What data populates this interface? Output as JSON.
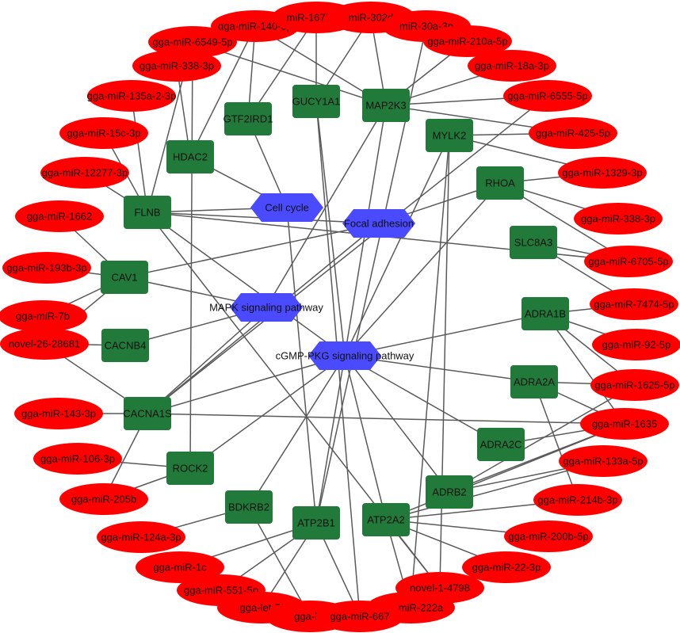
{
  "colors": {
    "mirna": "#ff0000",
    "gene": "#217a3a",
    "pathway": "#4a4aff",
    "edge": "#5a5a5a",
    "label": "#111111"
  },
  "pathways": [
    {
      "id": "p1",
      "label": "Cell cycle"
    },
    {
      "id": "p2",
      "label": "Focal adhesion"
    },
    {
      "id": "p3",
      "label": "MAPK signaling pathway"
    },
    {
      "id": "p4",
      "label": "cGMP-PKG signaling pathway"
    }
  ],
  "genes": [
    {
      "id": "g1",
      "label": "GUCY1A1"
    },
    {
      "id": "g2",
      "label": "MAP2K3"
    },
    {
      "id": "g3",
      "label": "GTF2IRD1"
    },
    {
      "id": "g4",
      "label": "MYLK2"
    },
    {
      "id": "g5",
      "label": "HDAC2"
    },
    {
      "id": "g6",
      "label": "RHOA"
    },
    {
      "id": "g7",
      "label": "FLNB"
    },
    {
      "id": "g8",
      "label": "SLC8A3"
    },
    {
      "id": "g9",
      "label": "CAV1"
    },
    {
      "id": "g10",
      "label": "ADRA1B"
    },
    {
      "id": "g11",
      "label": "CACNB4"
    },
    {
      "id": "g12",
      "label": "ADRA2A"
    },
    {
      "id": "g13",
      "label": "CACNA1S"
    },
    {
      "id": "g14",
      "label": "ADRA2C"
    },
    {
      "id": "g15",
      "label": "ROCK2"
    },
    {
      "id": "g16",
      "label": "ADRB2"
    },
    {
      "id": "g17",
      "label": "BDKRB2"
    },
    {
      "id": "g18",
      "label": "ATP2B1"
    },
    {
      "id": "g19",
      "label": "ATP2A2"
    }
  ],
  "mirnas": [
    {
      "id": "m1",
      "label": "gga-miR-140-3p"
    },
    {
      "id": "m2",
      "label": "miR-1677-3p"
    },
    {
      "id": "m3",
      "label": "miR-302d"
    },
    {
      "id": "m4",
      "label": "miR-30a-3p"
    },
    {
      "id": "m5",
      "label": "gga-miR-6549-5p"
    },
    {
      "id": "m6",
      "label": "gga-miR-210a-5p"
    },
    {
      "id": "m7",
      "label": "gga-miR-338-3p"
    },
    {
      "id": "m8",
      "label": "gga-miR-18a-3p"
    },
    {
      "id": "m9",
      "label": "gga-miR-135a-2-3p"
    },
    {
      "id": "m10",
      "label": "gga-miR-6555-5p"
    },
    {
      "id": "m11",
      "label": "gga-miR-15c-3p"
    },
    {
      "id": "m12",
      "label": "gga-miR-425-5p"
    },
    {
      "id": "m13",
      "label": "gga-miR-12277-3p"
    },
    {
      "id": "m14",
      "label": "gga-miR-1329-3p"
    },
    {
      "id": "m15",
      "label": "gga-miR-1662"
    },
    {
      "id": "m16",
      "label": "gga-miR-338-3p"
    },
    {
      "id": "m17",
      "label": "gga-miR-193b-3p"
    },
    {
      "id": "m18",
      "label": "gga-miR-6705-5p"
    },
    {
      "id": "m19",
      "label": "gga-miR-7b"
    },
    {
      "id": "m20",
      "label": "gga-miR-7474-5p"
    },
    {
      "id": "m21",
      "label": "novel-26-28681"
    },
    {
      "id": "m22",
      "label": "gga-miR-92-5p"
    },
    {
      "id": "m23",
      "label": "gga-miR-1625-5p"
    },
    {
      "id": "m24",
      "label": "gga-miR-143-3p"
    },
    {
      "id": "m25",
      "label": "gga-miR-1635"
    },
    {
      "id": "m26",
      "label": "gga-miR-106-3p"
    },
    {
      "id": "m27",
      "label": "gga-miR-133a-5p"
    },
    {
      "id": "m28",
      "label": "gga-miR-205b"
    },
    {
      "id": "m29",
      "label": "gga-miR-214b-3p"
    },
    {
      "id": "m30",
      "label": "gga-miR-124a-3p"
    },
    {
      "id": "m31",
      "label": "gga-miR-200b-5p"
    },
    {
      "id": "m32",
      "label": "gga-miR-1c"
    },
    {
      "id": "m33",
      "label": "gga-miR-22-3p"
    },
    {
      "id": "m34",
      "label": "gga-miR-551-5p"
    },
    {
      "id": "m35",
      "label": "novel-1-4798"
    },
    {
      "id": "m36",
      "label": "gga-let-7f"
    },
    {
      "id": "m37",
      "label": "gga-miR-222a"
    },
    {
      "id": "m38",
      "label": "gga-let"
    },
    {
      "id": "m39",
      "label": "gga-miR-667"
    }
  ],
  "edges": [
    [
      "p1",
      "g3"
    ],
    [
      "p1",
      "g7"
    ],
    [
      "p1",
      "g5"
    ],
    [
      "p1",
      "g18"
    ],
    [
      "p2",
      "g7"
    ],
    [
      "p2",
      "g9"
    ],
    [
      "p2",
      "g6"
    ],
    [
      "p2",
      "g13"
    ],
    [
      "p3",
      "g9"
    ],
    [
      "p3",
      "g11"
    ],
    [
      "p3",
      "g13"
    ],
    [
      "p3",
      "g2"
    ],
    [
      "p4",
      "g1"
    ],
    [
      "p4",
      "g2"
    ],
    [
      "p4",
      "g4"
    ],
    [
      "p4",
      "g6"
    ],
    [
      "p4",
      "g7"
    ],
    [
      "p4",
      "g12"
    ],
    [
      "p4",
      "g13"
    ],
    [
      "p4",
      "g15"
    ],
    [
      "p4",
      "g16"
    ],
    [
      "p4",
      "g17"
    ],
    [
      "p4",
      "g18"
    ],
    [
      "p4",
      "g19"
    ],
    [
      "p4",
      "g14"
    ],
    [
      "p4",
      "g10"
    ],
    [
      "g3",
      "m1"
    ],
    [
      "g3",
      "m2"
    ],
    [
      "g5",
      "m7"
    ],
    [
      "g7",
      "m9"
    ],
    [
      "g7",
      "m11"
    ],
    [
      "g7",
      "m13"
    ],
    [
      "g7",
      "m5"
    ],
    [
      "g9",
      "m15"
    ],
    [
      "g9",
      "m17"
    ],
    [
      "g9",
      "m21"
    ],
    [
      "g9",
      "m19"
    ],
    [
      "g11",
      "m21"
    ],
    [
      "g13",
      "m21"
    ],
    [
      "g13",
      "m24"
    ],
    [
      "g13",
      "m25"
    ],
    [
      "g13",
      "m28"
    ],
    [
      "g15",
      "m26"
    ],
    [
      "g15",
      "m28"
    ],
    [
      "g15",
      "m5"
    ],
    [
      "g17",
      "m30"
    ],
    [
      "g17",
      "m38"
    ],
    [
      "g18",
      "m32"
    ],
    [
      "g18",
      "m34"
    ],
    [
      "g18",
      "m36"
    ],
    [
      "g18",
      "m39"
    ],
    [
      "g18",
      "m4"
    ],
    [
      "g19",
      "m37"
    ],
    [
      "g19",
      "m35"
    ],
    [
      "g19",
      "m33"
    ],
    [
      "g19",
      "m31"
    ],
    [
      "g19",
      "m29"
    ],
    [
      "g19",
      "m27"
    ],
    [
      "g19",
      "m25"
    ],
    [
      "g16",
      "m27"
    ],
    [
      "g16",
      "m25"
    ],
    [
      "g16",
      "m23"
    ],
    [
      "g14",
      "m25"
    ],
    [
      "g12",
      "m25"
    ],
    [
      "g12",
      "m23"
    ],
    [
      "g12",
      "m29"
    ],
    [
      "g10",
      "m22"
    ],
    [
      "g10",
      "m25"
    ],
    [
      "g10",
      "m23"
    ],
    [
      "g10",
      "m20"
    ],
    [
      "g8",
      "m20"
    ],
    [
      "g8",
      "m18"
    ],
    [
      "g6",
      "m16"
    ],
    [
      "g6",
      "m14"
    ],
    [
      "g6",
      "m18"
    ],
    [
      "g4",
      "m12"
    ],
    [
      "g4",
      "m14"
    ],
    [
      "g4",
      "m37"
    ],
    [
      "g4",
      "m35"
    ],
    [
      "g2",
      "m3"
    ],
    [
      "g2",
      "m6"
    ],
    [
      "g2",
      "m8"
    ],
    [
      "g2",
      "m10"
    ],
    [
      "g2",
      "m12"
    ],
    [
      "g2",
      "m1"
    ],
    [
      "g2",
      "m5"
    ],
    [
      "g1",
      "m2"
    ],
    [
      "g1",
      "m3"
    ],
    [
      "g1",
      "m39"
    ],
    [
      "g7",
      "m35"
    ],
    [
      "g13",
      "m10"
    ],
    [
      "g5",
      "m1"
    ],
    [
      "g7",
      "m18"
    ]
  ]
}
